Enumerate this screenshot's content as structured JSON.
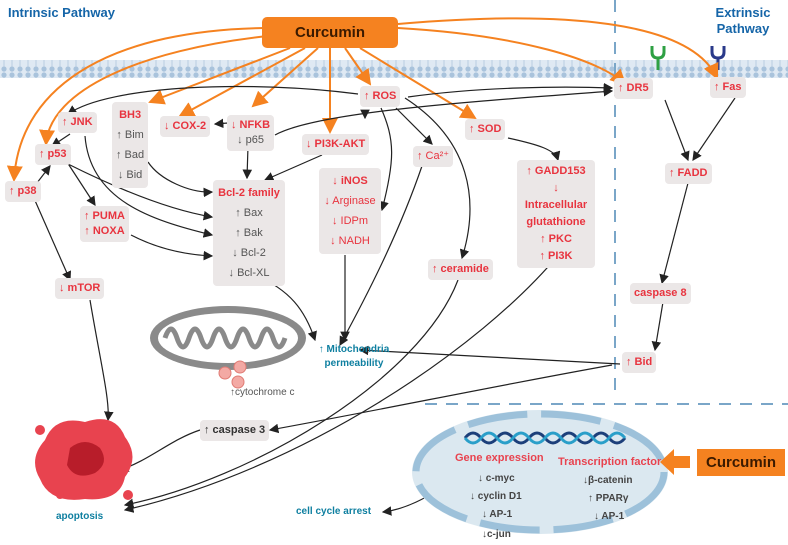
{
  "titles": {
    "intrinsic": "Intrinsic Pathway",
    "extrinsic": "Extrinsic Pathway"
  },
  "curcumin_top": "Curcumin",
  "curcumin_nucleus": "Curcumin",
  "colors": {
    "curcumin": "#f58220",
    "label_red": "#e8343f",
    "pathway_blue": "#1565a8",
    "node_bg": "#ebe7e7"
  },
  "nodes": {
    "jnk": "↑ JNK",
    "p53": "↑ p53",
    "p38": "↑ p38",
    "mtor": "↓ mTOR",
    "bh3": {
      "title": "BH3",
      "items": [
        "↑ Bim",
        "↑ Bad",
        "↓ Bid"
      ]
    },
    "cox2": "↓ COX-2",
    "nfkb": {
      "title": "↓ NFKB",
      "sub": "↓ p65"
    },
    "ros": "↑ ROS",
    "pi3k_akt": "↓ PI3K-AKT",
    "puma": "↑ PUMA",
    "noxa": "↑ NOXA",
    "bcl2": {
      "title": "Bcl-2 family",
      "items": [
        "↑ Bax",
        "↑ Bak",
        "↓ Bcl-2",
        "↓ Bcl-XL"
      ]
    },
    "inos": [
      "↓ iNOS",
      "↓ Arginase",
      "↓ IDPm",
      "↓ NADH"
    ],
    "ca": "↑ Ca²⁺",
    "sod": "↑ SOD",
    "gadd": [
      "↑ GADD153",
      "↓ Intracellular glutathione",
      "↑ PKC",
      "↑ PI3K"
    ],
    "ceramide": "↑ ceramide",
    "dr5": "↑ DR5",
    "fas": "↑ Fas",
    "fadd": "↑ FADD",
    "caspase8": "caspase 8",
    "bid": "↑ Bid",
    "mito": "↑ Mitochondria permeability",
    "cytc": "↑cytochrome c",
    "caspase3": "↑ caspase 3",
    "apoptosis": "apoptosis",
    "cell_cycle": "cell cycle arrest"
  },
  "nucleus": {
    "gene_expression": "Gene expression",
    "transcription_factor": "Transcription factor",
    "genes": [
      "↓ c-myc",
      "↓ cyclin D1",
      "↓ AP-1",
      "↓c-jun"
    ],
    "factors": [
      "↓β-catenin",
      "↑ PPARγ",
      "↓ AP-1"
    ]
  }
}
